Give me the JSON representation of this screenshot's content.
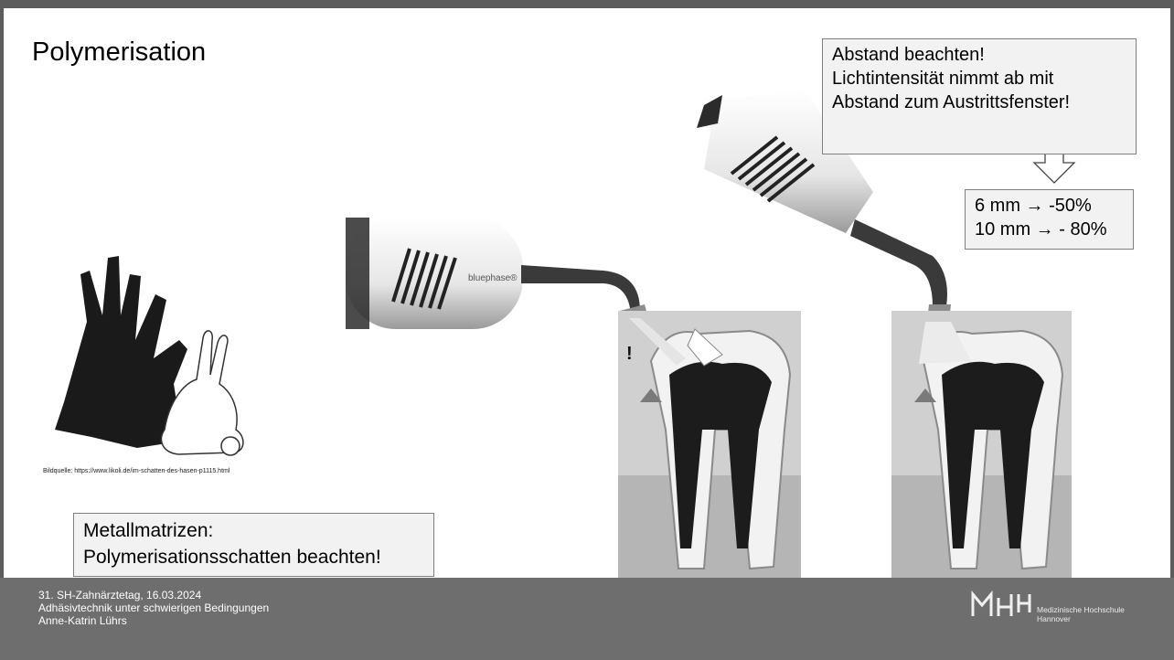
{
  "slide": {
    "title": "Polymerisation",
    "distance_callout": {
      "lines": [
        "Abstand beachten!",
        "Lichtintensität nimmt ab mit",
        "Abstand zum Austrittsfenster!"
      ]
    },
    "values_callout": {
      "lines": [
        "6 mm → -50%",
        "10 mm → - 80%"
      ]
    },
    "matrix_callout": {
      "lines": [
        "Metallmatrizen:",
        "Polymerisationsschatten beachten!"
      ]
    },
    "image_caption": "Bildquelle: https://www.likoli.de/im-schatten-des-hasen-p1115.html",
    "lamp_brand": "bluephase®",
    "warning_mark": "!"
  },
  "footer": {
    "lines": [
      "31. SH-Zahnärztetag, 16.03.2024",
      "Adhäsivtechnik unter schwierigen Bedingungen",
      "Anne-Katrin Lührs"
    ],
    "logo": {
      "mark": "MHH",
      "name_lines": [
        "Medizinische Hochschule",
        "Hannover"
      ]
    }
  },
  "colors": {
    "frame": "#5c5c5c",
    "footer_bg": "#6e6e6e",
    "callout_bg": "#f2f2f2"
  }
}
